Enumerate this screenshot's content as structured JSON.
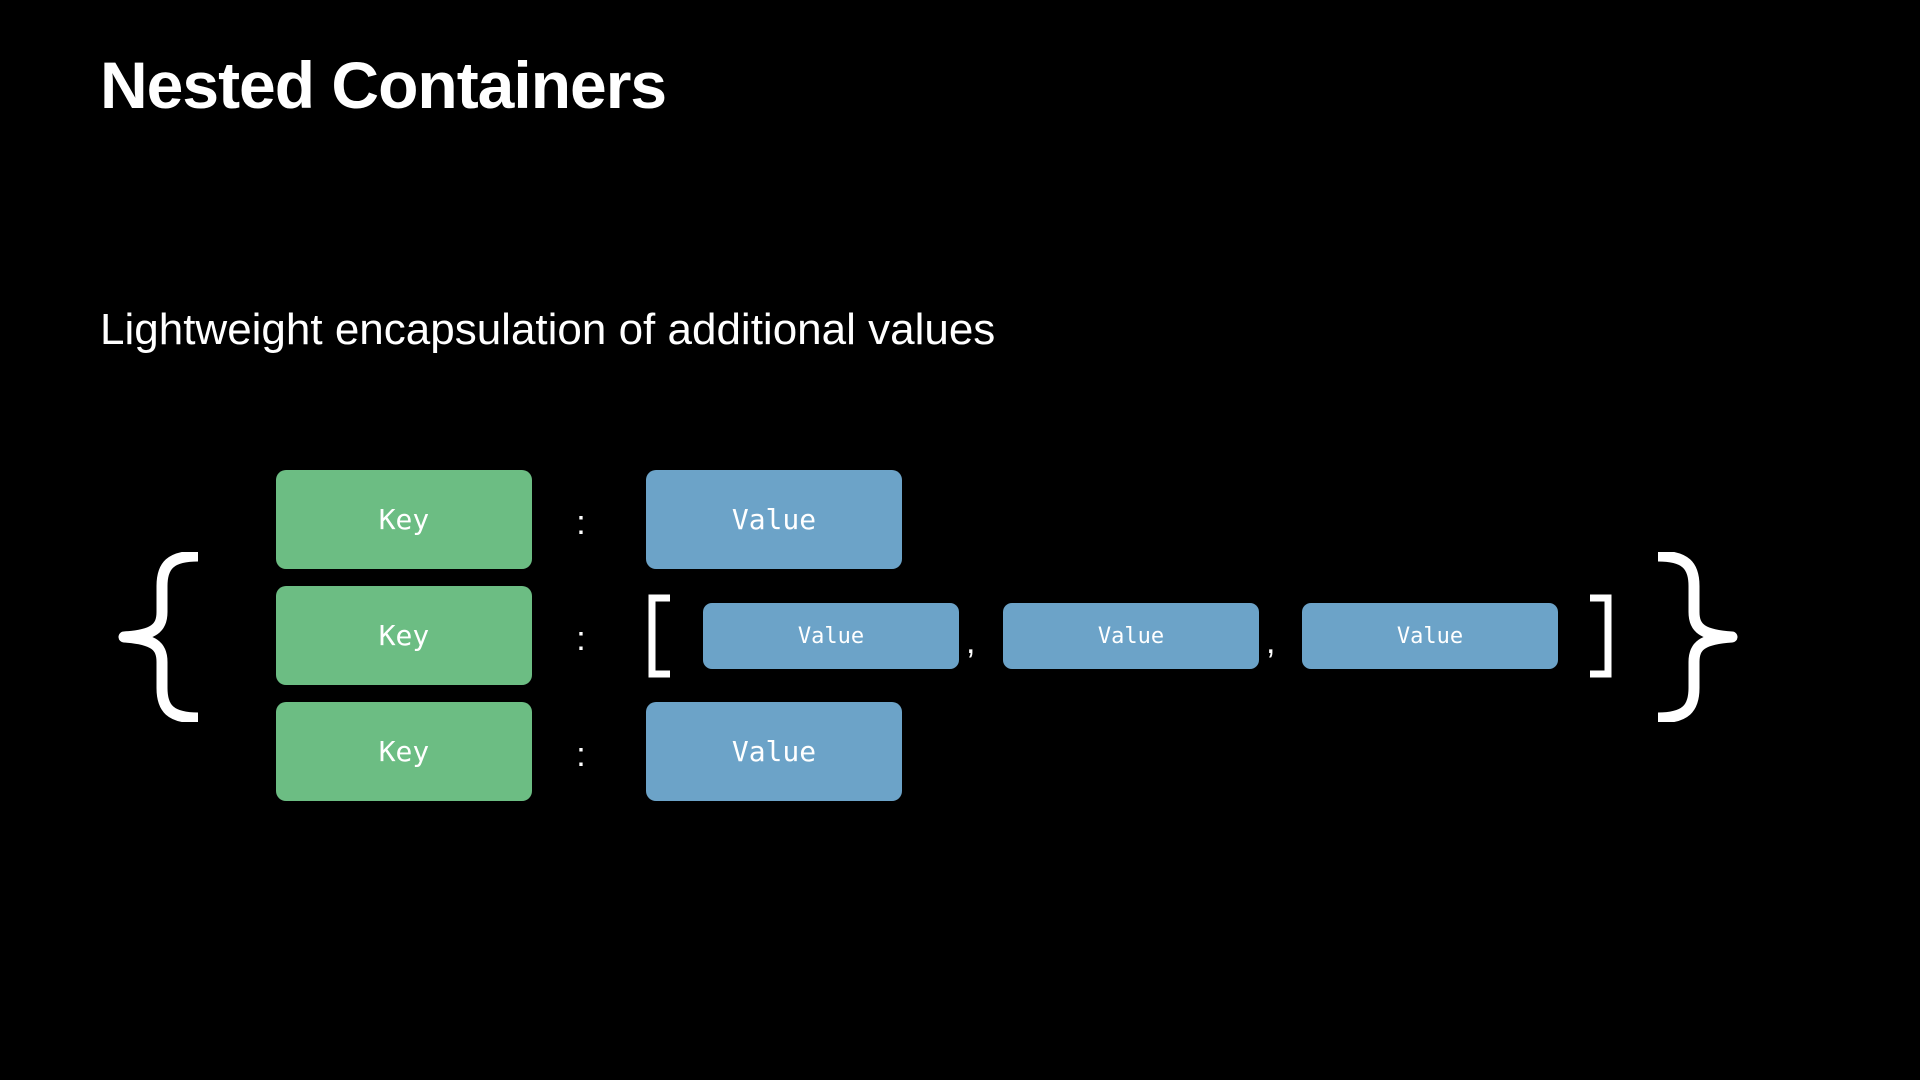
{
  "title": "Nested Containers",
  "subtitle": "Lightweight encapsulation of additional values",
  "colors": {
    "background": "#000000",
    "text": "#ffffff",
    "key_fill": "#6cbd83",
    "value_fill": "#6ca3c8"
  },
  "diagram": {
    "rows": [
      {
        "key": "Key",
        "separator": ":",
        "value": "Value"
      },
      {
        "key": "Key",
        "separator": ":",
        "array": {
          "open": "[",
          "close": "]",
          "values": [
            "Value",
            "Value",
            "Value"
          ],
          "delimiter": ","
        }
      },
      {
        "key": "Key",
        "separator": ":",
        "value": "Value"
      }
    ],
    "dict_open": "{",
    "dict_close": "}"
  }
}
